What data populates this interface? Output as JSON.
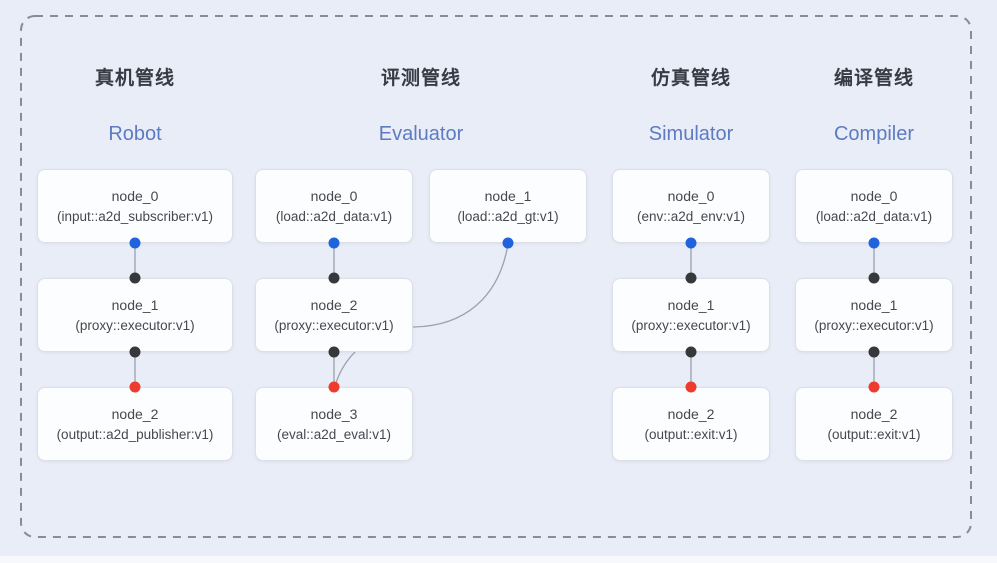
{
  "diagram": {
    "pipelines": [
      {
        "id": "robot",
        "title_zh": "真机管线",
        "title_en": "Robot",
        "nodes": [
          {
            "name": "node_0",
            "type": "(input::a2d_subscriber:v1)"
          },
          {
            "name": "node_1",
            "type": "(proxy::executor:v1)"
          },
          {
            "name": "node_2",
            "type": "(output::a2d_publisher:v1)"
          }
        ]
      },
      {
        "id": "evaluator",
        "title_zh": "评测管线",
        "title_en": "Evaluator",
        "nodes": [
          {
            "name": "node_0",
            "type": "(load::a2d_data:v1)"
          },
          {
            "name": "node_1",
            "type": "(load::a2d_gt:v1)"
          },
          {
            "name": "node_2",
            "type": "(proxy::executor:v1)"
          },
          {
            "name": "node_3",
            "type": "(eval::a2d_eval:v1)"
          }
        ]
      },
      {
        "id": "simulator",
        "title_zh": "仿真管线",
        "title_en": "Simulator",
        "nodes": [
          {
            "name": "node_0",
            "type": "(env::a2d_env:v1)"
          },
          {
            "name": "node_1",
            "type": "(proxy::executor:v1)"
          },
          {
            "name": "node_2",
            "type": "(output::exit:v1)"
          }
        ]
      },
      {
        "id": "compiler",
        "title_zh": "编译管线",
        "title_en": "Compiler",
        "nodes": [
          {
            "name": "node_0",
            "type": "(load::a2d_data:v1)"
          },
          {
            "name": "node_1",
            "type": "(proxy::executor:v1)"
          },
          {
            "name": "node_2",
            "type": "(output::exit:v1)"
          }
        ]
      }
    ],
    "edges": [
      {
        "from": "robot.node_0",
        "to": "robot.node_1"
      },
      {
        "from": "robot.node_1",
        "to": "robot.node_2"
      },
      {
        "from": "evaluator.node_0",
        "to": "evaluator.node_2"
      },
      {
        "from": "evaluator.node_1",
        "to": "evaluator.node_3"
      },
      {
        "from": "evaluator.node_2",
        "to": "evaluator.node_3"
      },
      {
        "from": "simulator.node_0",
        "to": "simulator.node_1"
      },
      {
        "from": "simulator.node_1",
        "to": "simulator.node_2"
      },
      {
        "from": "compiler.node_0",
        "to": "compiler.node_1"
      },
      {
        "from": "compiler.node_1",
        "to": "compiler.node_2"
      }
    ],
    "colors": {
      "background": "#e9edf7",
      "title_dark": "#363b44",
      "subtitle_blue": "#5d7bc2",
      "box_fill": "#fcfdfe",
      "box_border": "#dcdfe5",
      "edge_gray": "#99a1b0",
      "dashed_border": "#868d98",
      "port_blue": "#1f63dd",
      "port_black": "#37383c",
      "port_red": "#ef3b2d"
    }
  }
}
